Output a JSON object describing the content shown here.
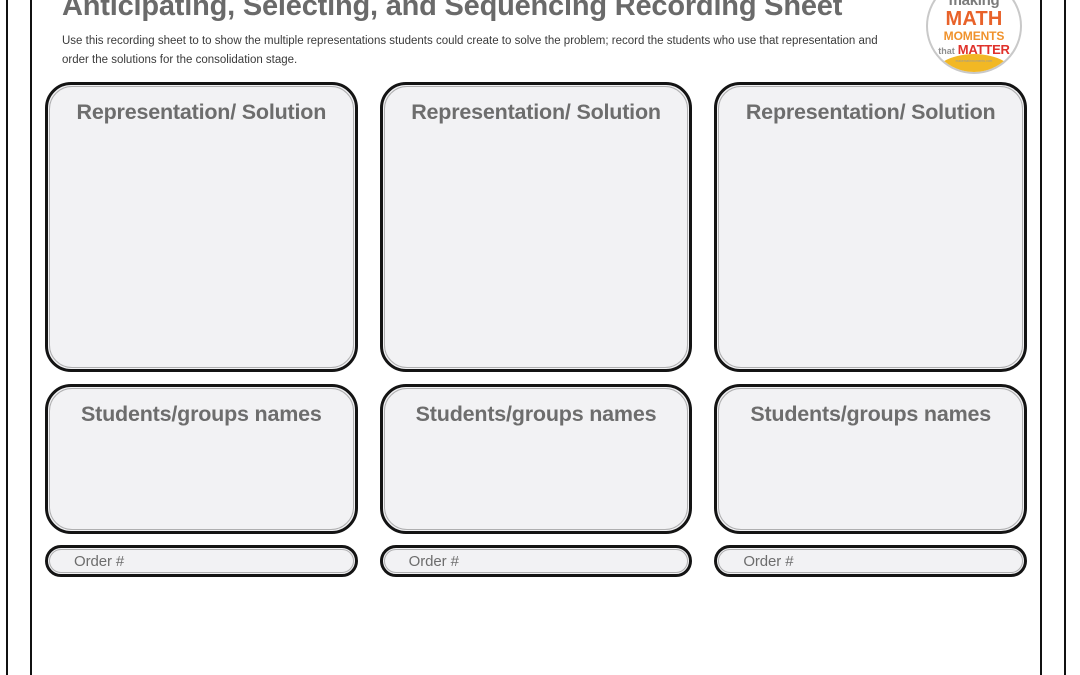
{
  "header": {
    "title": "Anticipating, Selecting, and Sequencing Recording Sheet",
    "subtitle": "Use this recording sheet to to show the multiple representations students could create to solve the problem; record the students who use that representation and order the solutions for the consolidation stage."
  },
  "logo": {
    "line1": "making",
    "line2": "MATH",
    "line3": "MOMENTS",
    "line4_prefix": "that",
    "line4_main": "MATTER",
    "url": "makemathmoments.com",
    "colors": {
      "making": "#7b7b7b",
      "math": "#e8622a",
      "moments": "#f0922c",
      "matter": "#e0322b",
      "arc": "#f2b824",
      "ring": "#c9c9c9"
    }
  },
  "labels": {
    "representation": "Representation/\nSolution",
    "students": "Students/groups\nnames",
    "order": "Order #"
  },
  "columns": [
    {
      "representation_label": "Representation/ Solution",
      "students_label": "Students/groups names",
      "order_label": "Order #",
      "representation_value": "",
      "students_value": "",
      "order_value": ""
    },
    {
      "representation_label": "Representation/ Solution",
      "students_label": "Students/groups names",
      "order_label": "Order #",
      "representation_value": "",
      "students_value": "",
      "order_value": ""
    },
    {
      "representation_label": "Representation/ Solution",
      "students_label": "Students/groups names",
      "order_label": "Order #",
      "representation_value": "",
      "students_value": "",
      "order_value": ""
    }
  ],
  "theme": {
    "box_fill": "#f2f2f4",
    "box_stroke": "#141414",
    "text_gray": "#6d6d6d",
    "page_background": "#ffffff"
  }
}
